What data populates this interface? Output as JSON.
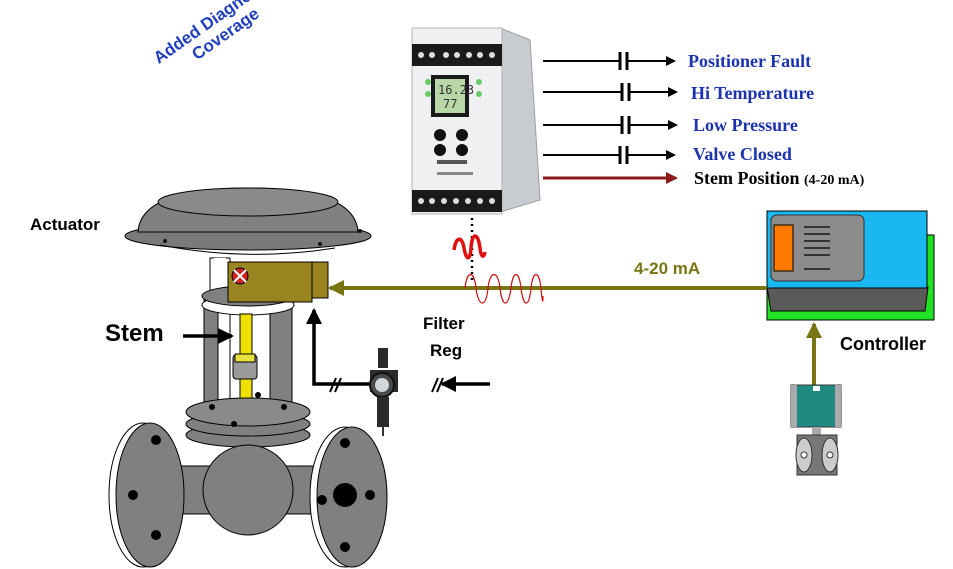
{
  "title_annotation": {
    "line1": "Added Diagnostic",
    "line2": "Coverage"
  },
  "labels": {
    "actuator": "Actuator",
    "stem": "Stem",
    "filter_reg_line1": "Filter",
    "filter_reg_line2": "Reg",
    "signal": "4-20 mA",
    "controller": "Controller"
  },
  "monitor_display": {
    "line1": "16.23",
    "line2": "77"
  },
  "outputs": [
    {
      "label": "Positioner Fault",
      "type": "relay-contact"
    },
    {
      "label": "Hi Temperature",
      "type": "relay-contact"
    },
    {
      "label": "Low Pressure",
      "type": "relay-contact"
    },
    {
      "label": "Valve Closed",
      "type": "relay-contact"
    },
    {
      "label": "Stem Position",
      "suffix": "(4-20 mA)",
      "type": "analog"
    }
  ],
  "colors": {
    "output_text": "#1c33b0",
    "signal_line": "#7a7414",
    "analog_output": "#8b1a1a",
    "wave": "#e01010",
    "controller_top": "#19b8f0",
    "controller_base": "#22e022",
    "controller_indicator": "#ff7a00",
    "transmitter": "#1f8a80",
    "valve_body": "#808080",
    "positioner": "#9a8420",
    "stem": "#f0e000"
  }
}
